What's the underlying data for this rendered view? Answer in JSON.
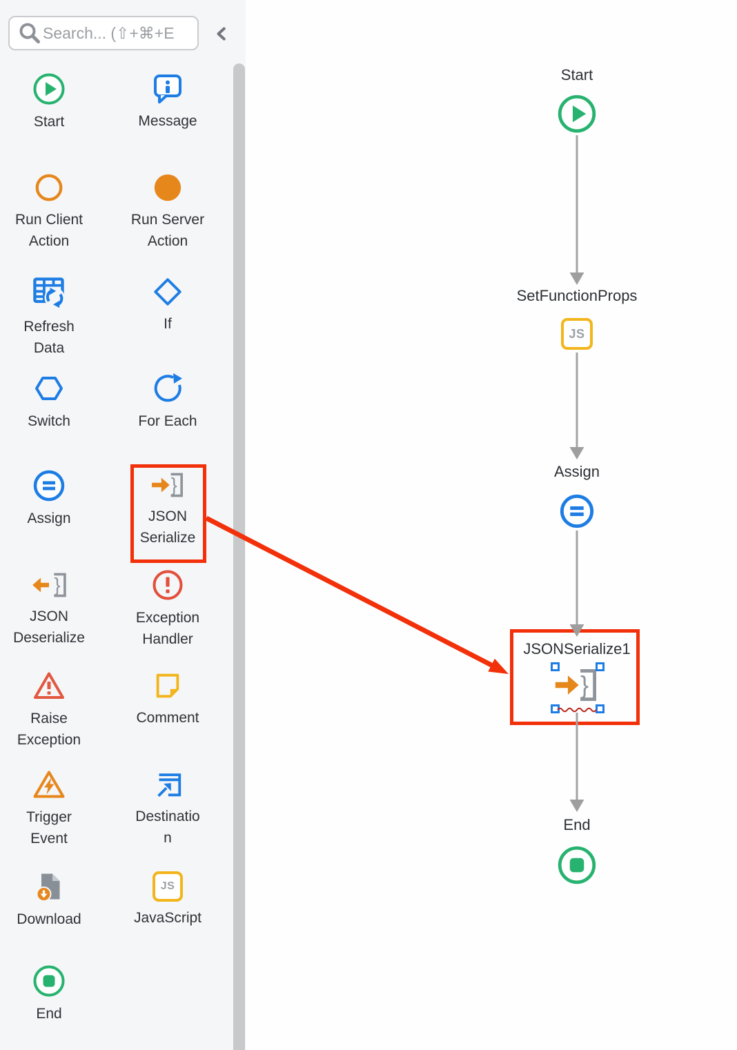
{
  "sidebar": {
    "search_placeholder": "Search... (⇧+⌘+E",
    "tools": [
      {
        "name": "start",
        "lines": [
          "Start"
        ]
      },
      {
        "name": "message",
        "lines": [
          "Message"
        ]
      },
      {
        "name": "run-client-action",
        "lines": [
          "Run Client",
          "Action"
        ]
      },
      {
        "name": "run-server-action",
        "lines": [
          "Run Server",
          "Action"
        ]
      },
      {
        "name": "refresh-data",
        "lines": [
          "Refresh",
          "Data"
        ]
      },
      {
        "name": "if",
        "lines": [
          "If"
        ]
      },
      {
        "name": "switch",
        "lines": [
          "Switch"
        ]
      },
      {
        "name": "for-each",
        "lines": [
          "For Each"
        ]
      },
      {
        "name": "assign",
        "lines": [
          "Assign"
        ]
      },
      {
        "name": "json-serialize",
        "lines": [
          "JSON",
          "Serialize"
        ]
      },
      {
        "name": "json-deserialize",
        "lines": [
          "JSON",
          "Deserialize"
        ]
      },
      {
        "name": "exception-handler",
        "lines": [
          "Exception",
          "Handler"
        ]
      },
      {
        "name": "raise-exception",
        "lines": [
          "Raise",
          "Exception"
        ]
      },
      {
        "name": "comment",
        "lines": [
          "Comment"
        ]
      },
      {
        "name": "trigger-event",
        "lines": [
          "Trigger",
          "Event"
        ]
      },
      {
        "name": "destination",
        "lines": [
          "Destinatio",
          "n"
        ]
      },
      {
        "name": "download",
        "lines": [
          "Download"
        ]
      },
      {
        "name": "javascript",
        "lines": [
          "JavaScript"
        ],
        "badge": "JS"
      },
      {
        "name": "end",
        "lines": [
          "End"
        ]
      }
    ]
  },
  "canvas": {
    "nodes": [
      {
        "id": "start",
        "label": "Start"
      },
      {
        "id": "set-function-props",
        "label": "SetFunctionProps",
        "badge": "JS"
      },
      {
        "id": "assign",
        "label": "Assign"
      },
      {
        "id": "json-serialize-1",
        "label": "JSONSerialize1",
        "selected": true,
        "has_error_underline": true
      },
      {
        "id": "end",
        "label": "End"
      }
    ]
  },
  "icons": {
    "brace": "}"
  },
  "colors": {
    "accent_blue": "#1d7de4",
    "accent_green": "#27b36f",
    "accent_orange": "#e6871c",
    "accent_red": "#e24f3b",
    "accent_yellow": "#f2b51b",
    "annotation_red": "#f2300a",
    "connector_gray": "#a3a3a3",
    "selection_handle_blue": "#1d7de4",
    "error_squiggle_red": "#b8281c",
    "sidebar_bg": "#f5f6f8"
  }
}
